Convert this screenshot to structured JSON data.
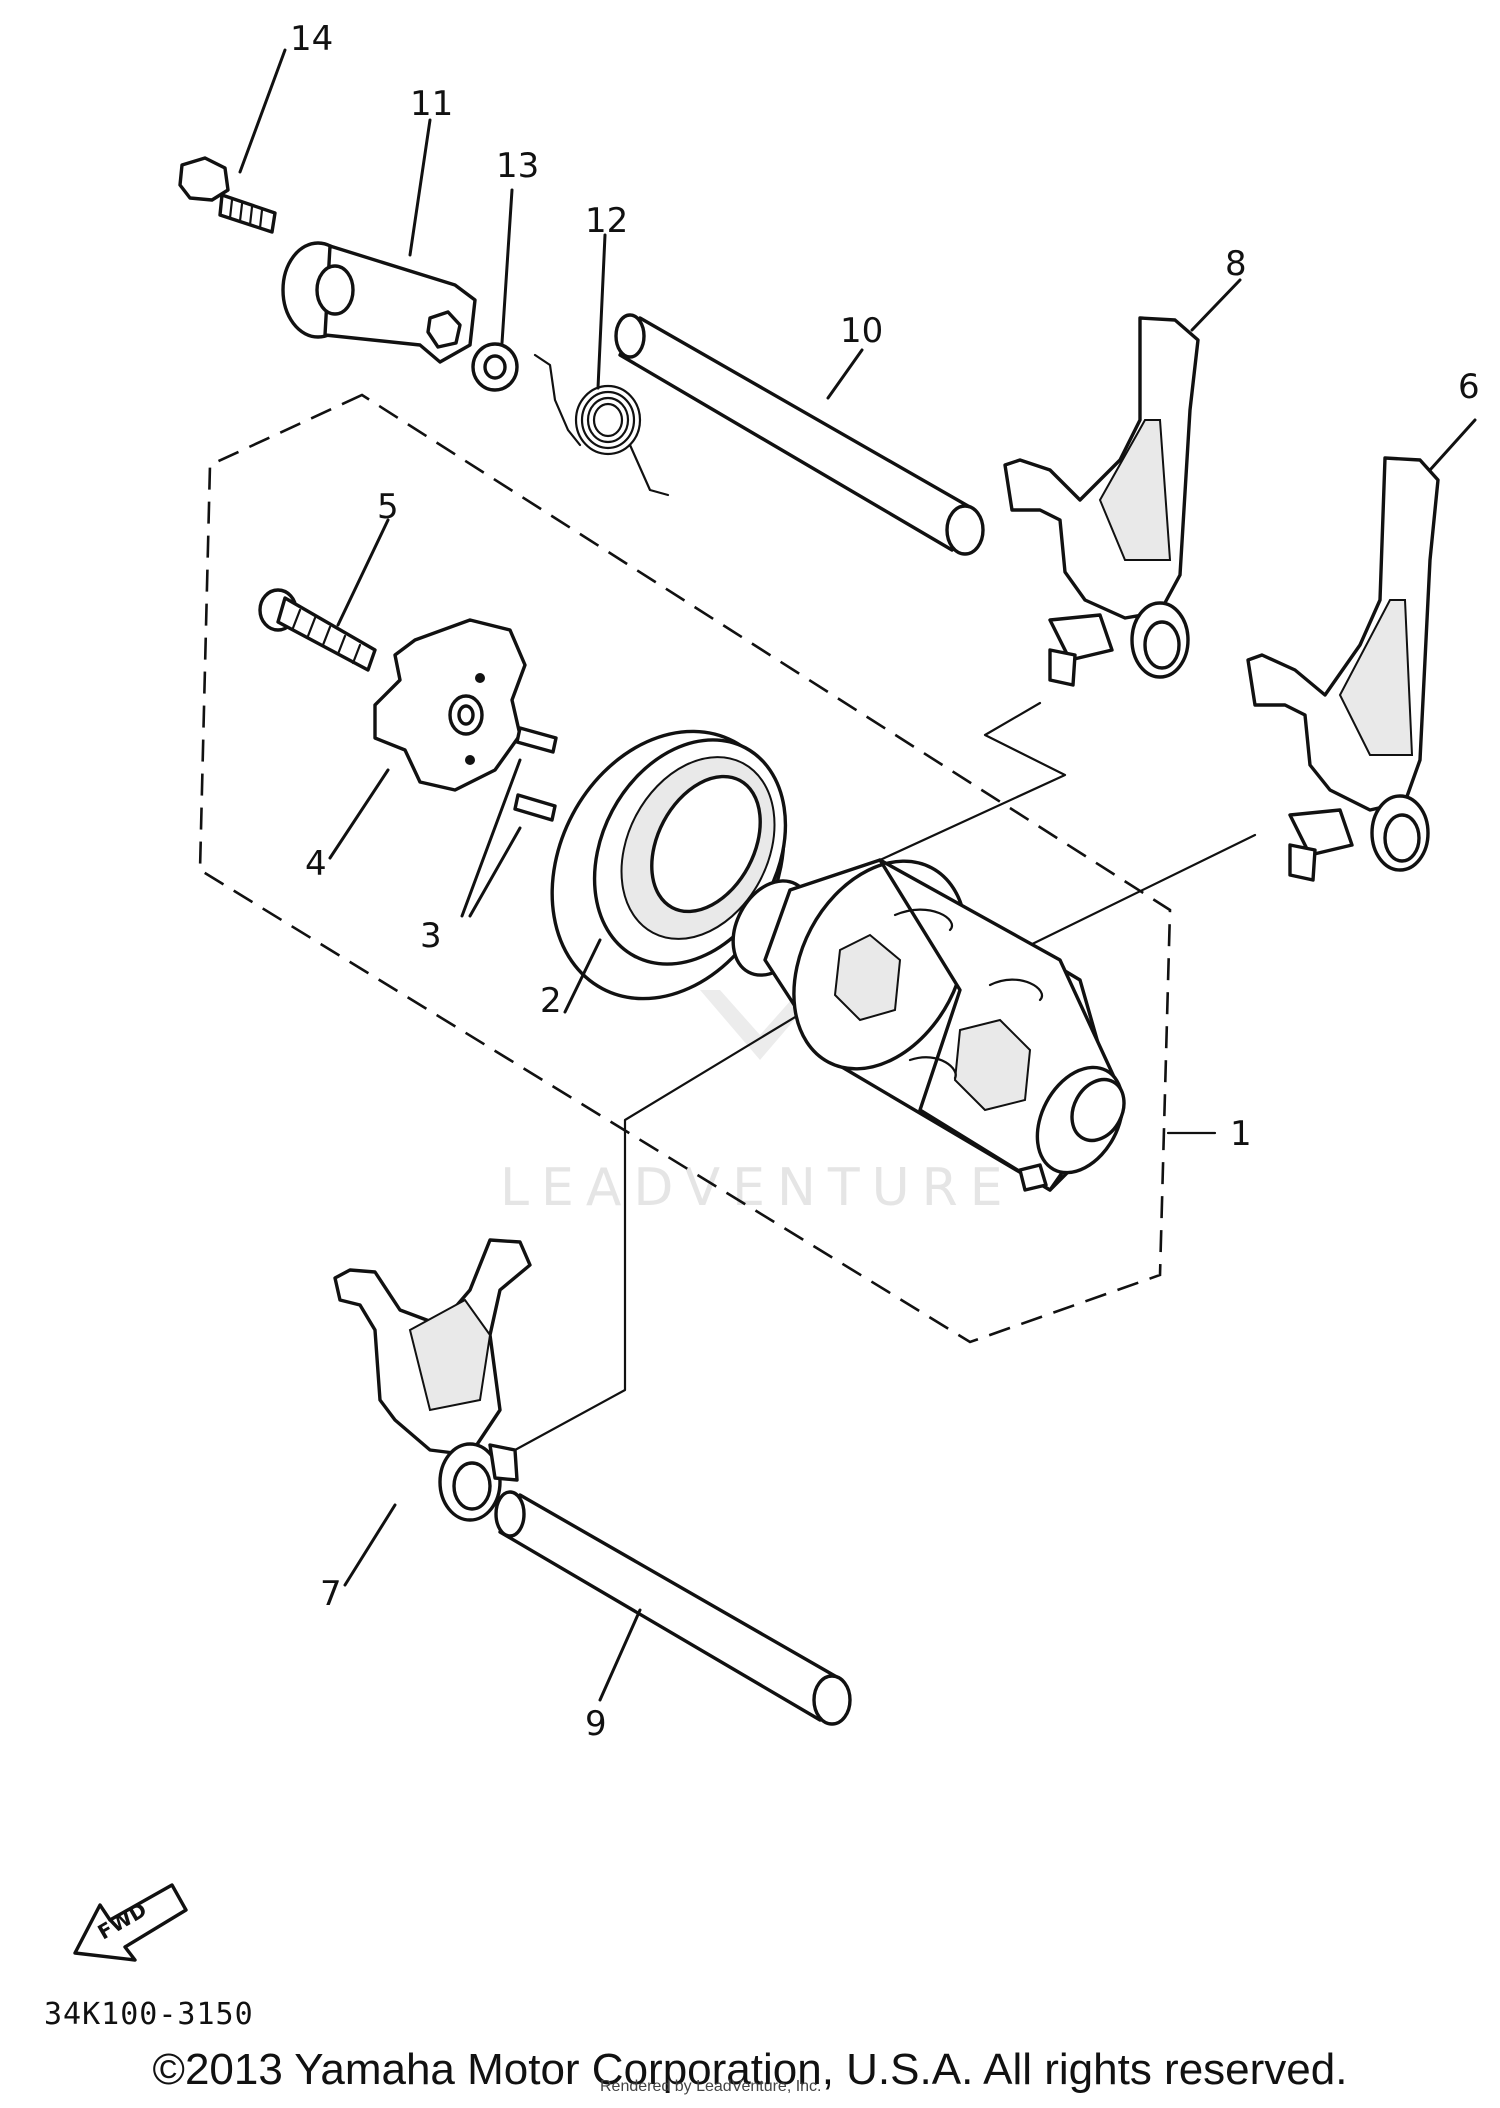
{
  "diagram": {
    "callouts": {
      "c1": "1",
      "c2": "2",
      "c3": "3",
      "c4": "4",
      "c5": "5",
      "c6": "6",
      "c7": "7",
      "c8": "8",
      "c9": "9",
      "c10": "10",
      "c11": "11",
      "c12": "12",
      "c13": "13",
      "c14": "14"
    },
    "fwd_label": "FWD",
    "watermark": "LEADVENTURE"
  },
  "footer": {
    "doc_code": "34K100-3150",
    "copyright": "©2013 Yamaha Motor Corporation, U.S.A. All rights reserved.",
    "rendered_by": "Rendered by LeadVenture, Inc."
  }
}
